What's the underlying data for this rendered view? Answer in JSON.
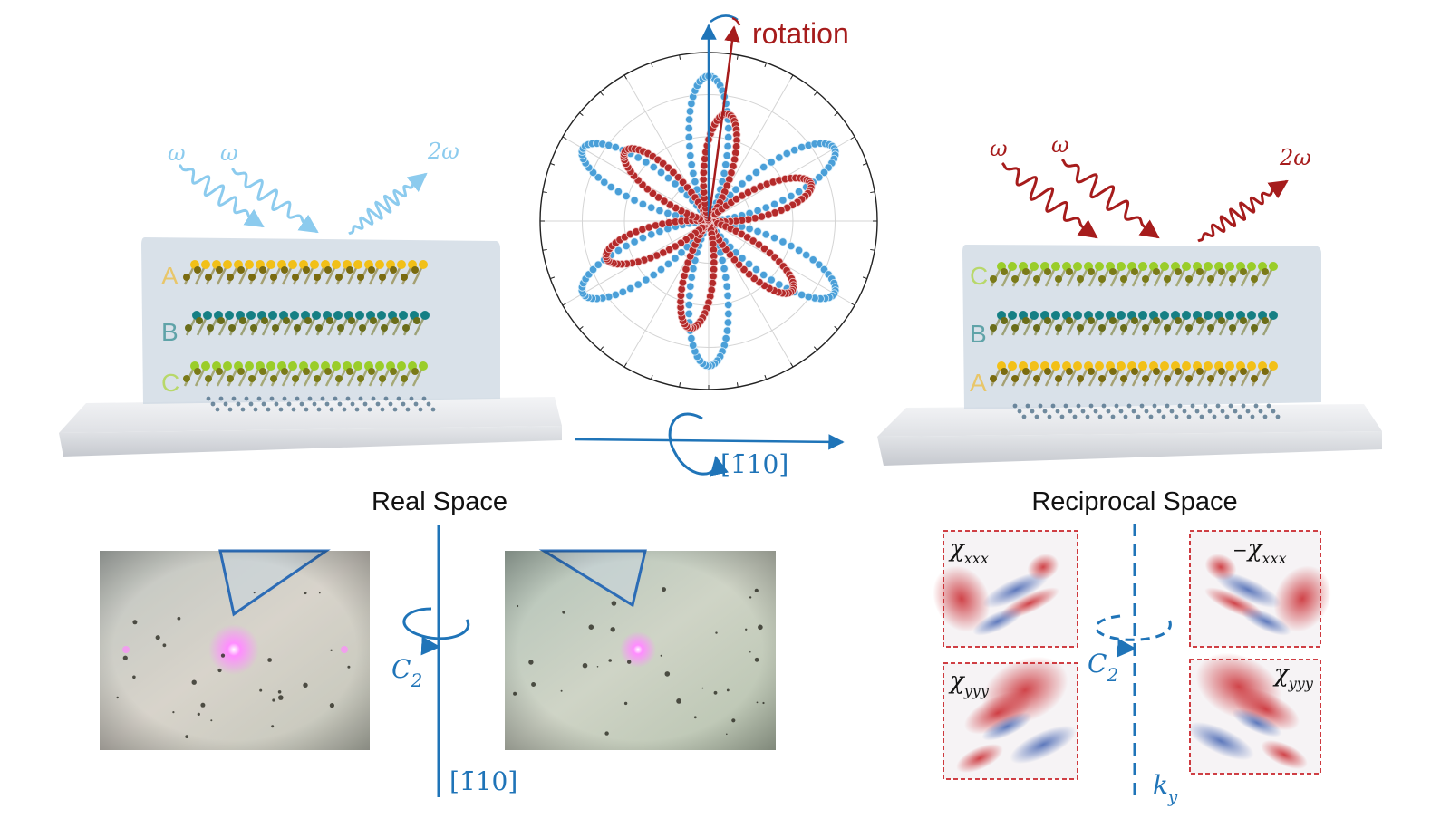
{
  "labels": {
    "rotation": "rotation",
    "omega": "ω",
    "two_omega": "2ω",
    "axis": "[1̄10]",
    "real_space": "Real Space",
    "reciprocal_space": "Reciprocal Space",
    "c2": "C",
    "c2_sub": "2",
    "ky": "k",
    "ky_sub": "y"
  },
  "left_stack": {
    "layers": [
      "A",
      "B",
      "C"
    ]
  },
  "right_stack": {
    "layers": [
      "C",
      "B",
      "A"
    ]
  },
  "maps": {
    "left_top": {
      "symbol": "χ",
      "sub": "xxx",
      "sign": ""
    },
    "left_bottom": {
      "symbol": "χ",
      "sub": "yyy",
      "sign": ""
    },
    "right_top": {
      "symbol": "χ",
      "sub": "xxx",
      "sign": "−"
    },
    "right_bottom": {
      "symbol": "χ",
      "sub": "yyy",
      "sign": ""
    }
  },
  "colors": {
    "blue": "#1f74b8",
    "light_blue": "#8ccbee",
    "red": "#a61c1c",
    "yellow": "#f2c018",
    "teal": "#157f84",
    "green": "#9acd2a",
    "layer_A": "#e8c66a",
    "layer_B": "#5fa3a8",
    "layer_C": "#b8d86a"
  },
  "polar": {
    "petals": 6,
    "blue_offset_deg": 0,
    "red_offset_deg": 10
  }
}
